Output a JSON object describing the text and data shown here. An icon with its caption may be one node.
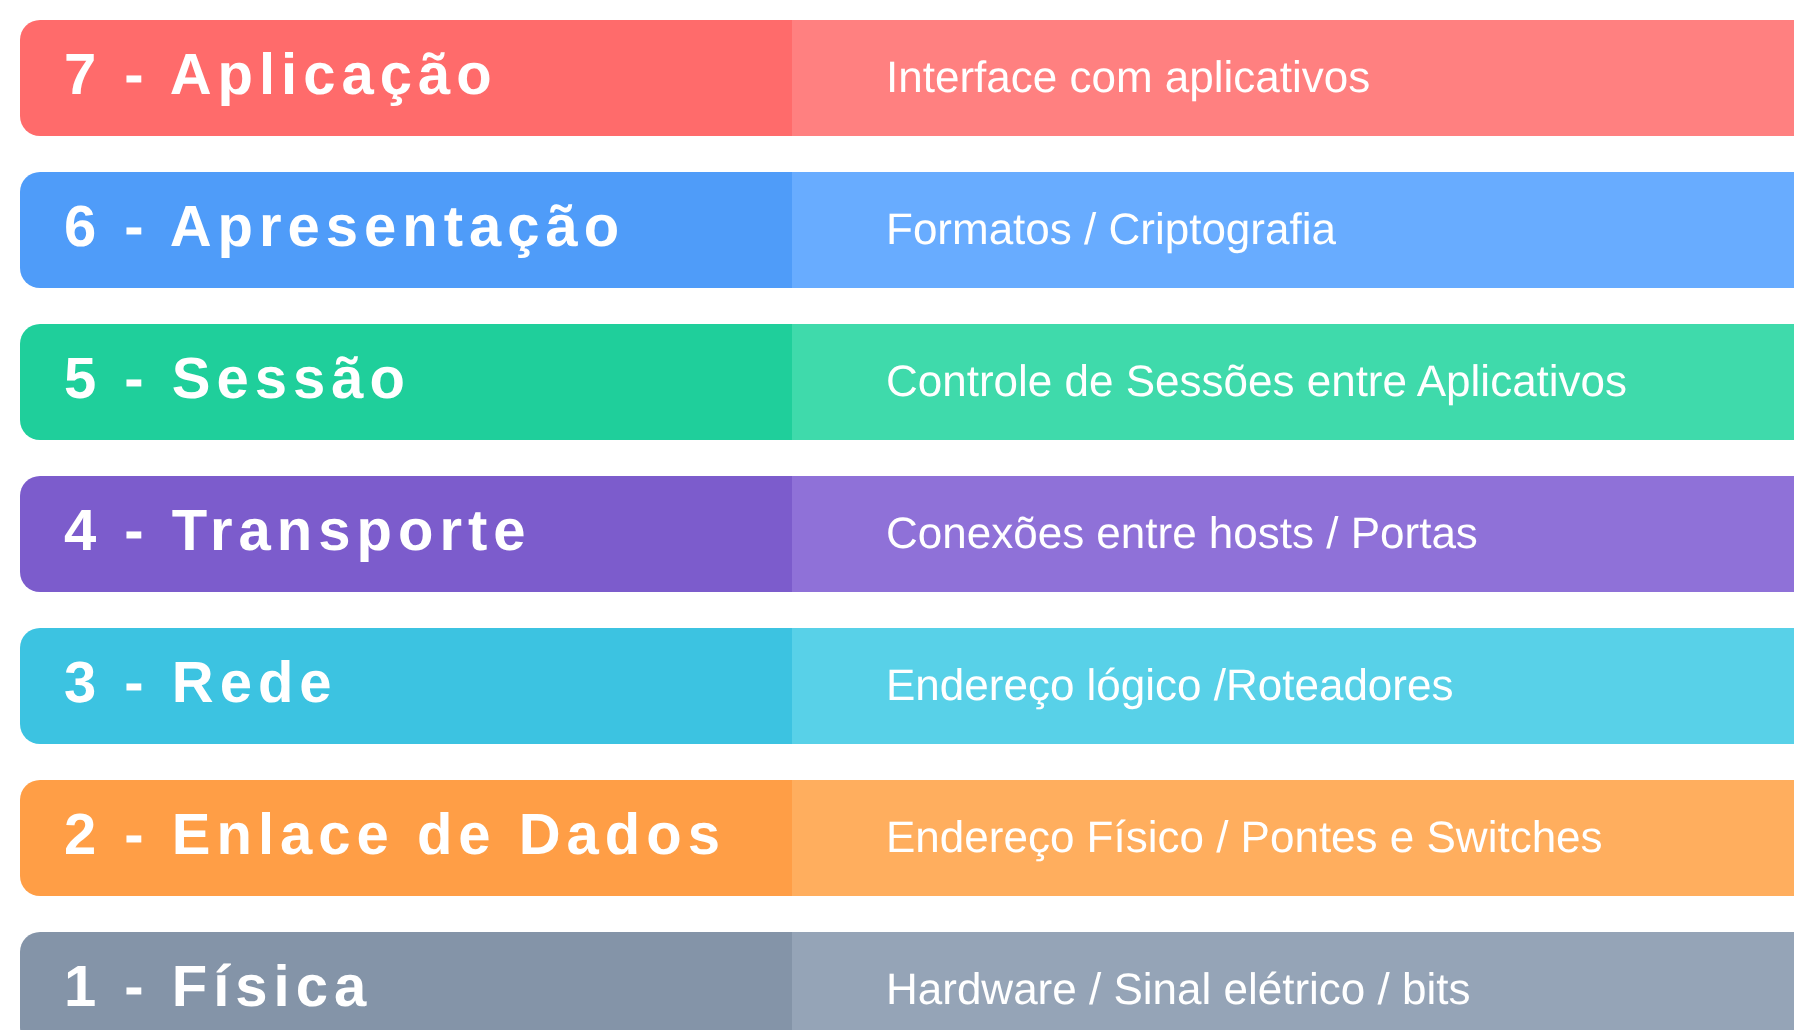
{
  "diagram": {
    "nodes": [
      {
        "text": [
          "7 - Aplicação",
          "Interface com aplicativos"
        ]
      },
      {
        "text": [
          "6 - Apresentação",
          "Formatos / Criptografia"
        ]
      },
      {
        "text": [
          "5 - Sessão",
          "Controle de Sessões entre Aplicativos"
        ]
      },
      {
        "text": [
          "4 - Transporte",
          "Conexões entre hosts / Portas"
        ]
      },
      {
        "text": [
          "3 - Rede",
          "Endereço lógico /Roteadores"
        ]
      },
      {
        "text": [
          "2 - Enlace de Dados",
          "Endereço Físico / Pontes e Switches"
        ]
      },
      {
        "text": [
          "1 - Física",
          "Hardware / Sinal elétrico / bits"
        ]
      }
    ]
  }
}
